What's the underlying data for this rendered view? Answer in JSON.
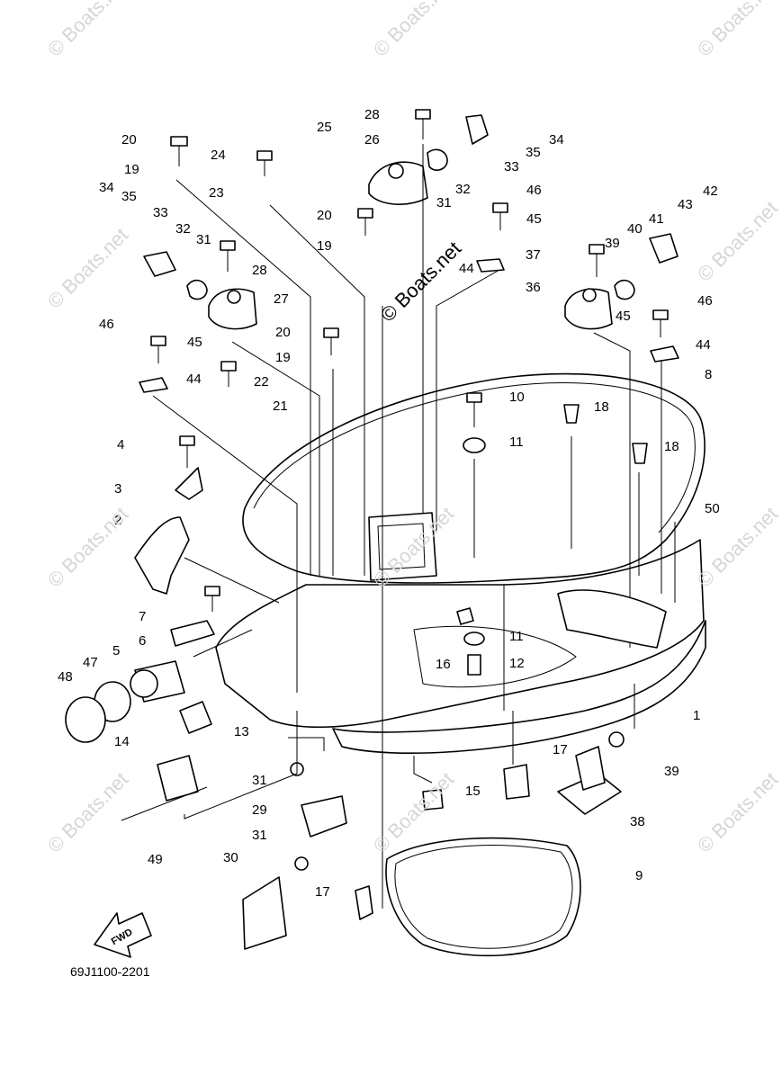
{
  "watermark": "© Boats.net",
  "center_watermark": "© Boats.net",
  "drawing_code": "69J1100-2201",
  "fwd_label": "FWD",
  "callouts": [
    "20",
    "25",
    "24",
    "23",
    "19",
    "26",
    "28",
    "31",
    "32",
    "33",
    "35",
    "34",
    "46",
    "45",
    "44",
    "20",
    "19",
    "34",
    "35",
    "33",
    "32",
    "31",
    "28",
    "27",
    "46",
    "45",
    "20",
    "19",
    "44",
    "22",
    "21",
    "4",
    "3",
    "2",
    "7",
    "6",
    "5",
    "47",
    "48",
    "13",
    "14",
    "49",
    "31",
    "29",
    "30",
    "31",
    "17",
    "15",
    "9",
    "17",
    "38",
    "39",
    "1",
    "12",
    "16",
    "11",
    "10",
    "11",
    "18",
    "18",
    "8",
    "50",
    "36",
    "37",
    "39",
    "40",
    "41",
    "43",
    "42",
    "45",
    "46",
    "44"
  ]
}
